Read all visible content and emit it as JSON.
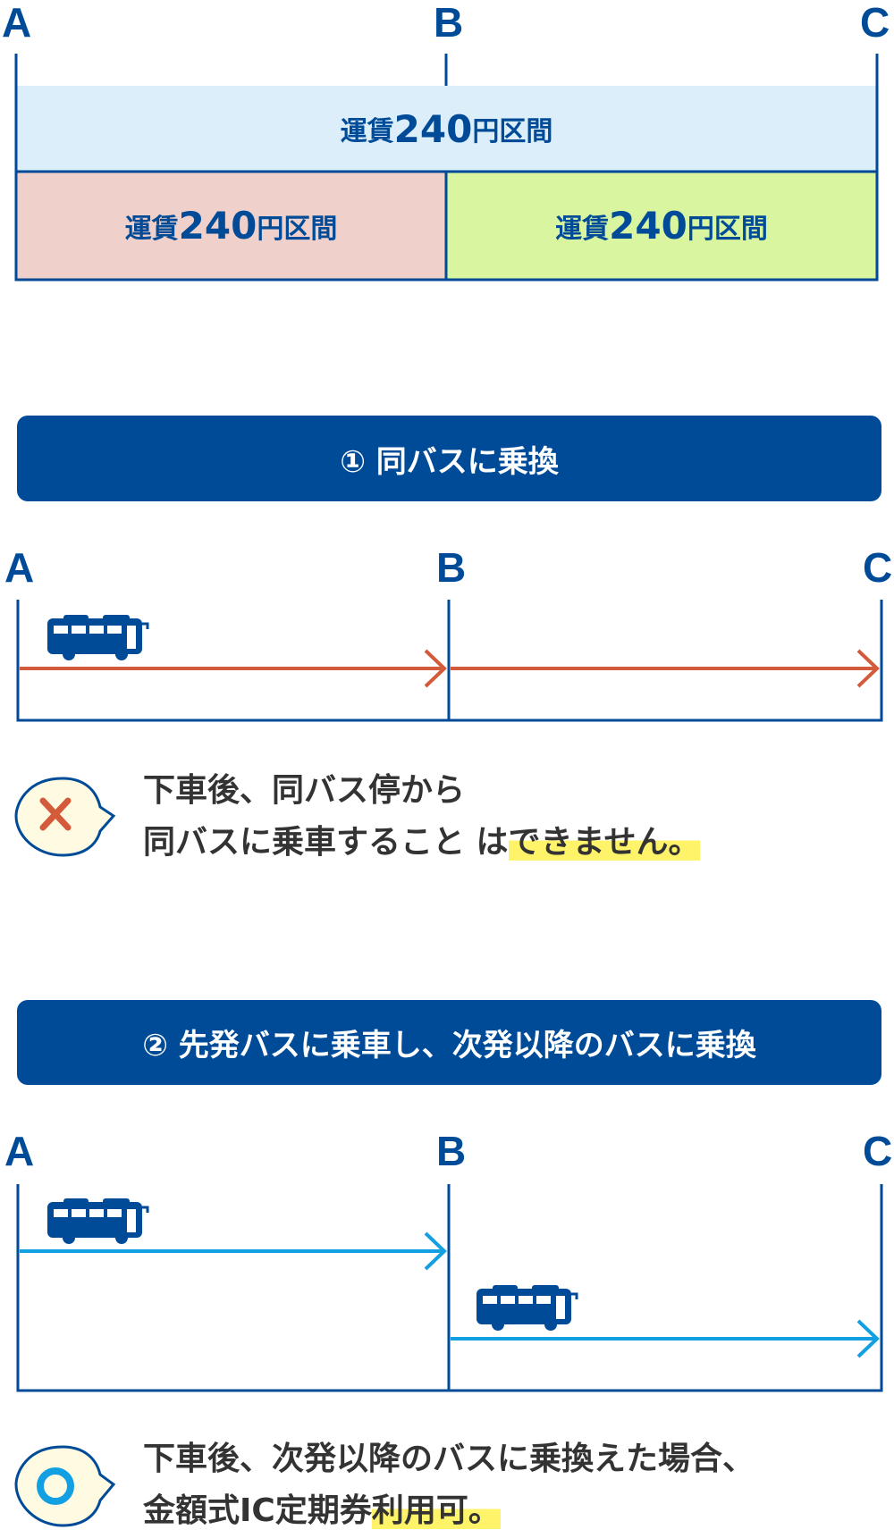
{
  "top_diagram": {
    "stops": [
      "A",
      "B",
      "C"
    ],
    "full_section": {
      "prefix": "運賃",
      "amount": "240",
      "suffix": "円区間"
    },
    "left_section": {
      "prefix": "運賃",
      "amount": "240",
      "suffix": "円区間"
    },
    "right_section": {
      "prefix": "運賃",
      "amount": "240",
      "suffix": "円区間"
    }
  },
  "case1": {
    "title": "① 同バスに乗換",
    "stops": [
      "A",
      "B",
      "C"
    ],
    "result_icon": "cross-icon",
    "message_line1": "下車後、同バス停から",
    "message_line2_plain": "同バスに乗車すること は",
    "message_line2_highlight": "できません。"
  },
  "case2": {
    "title": "② 先発バスに乗車し、次発以降のバスに乗換",
    "stops": [
      "A",
      "B",
      "C"
    ],
    "result_icon": "circle-ok-icon",
    "message_line1": "下車後、次発以降のバスに乗換えた場合、",
    "message_line2_plain": "金額式IC定期券",
    "message_line2_highlight": "利用可。"
  },
  "colors": {
    "navy": "#004b98",
    "full_bg": "#dbeefa",
    "left_bg": "#efd0ca",
    "right_bg": "#d9f5a0",
    "arrow_red": "#d45a3c",
    "arrow_blue": "#12a0e2",
    "highlight": "#fff36a"
  }
}
